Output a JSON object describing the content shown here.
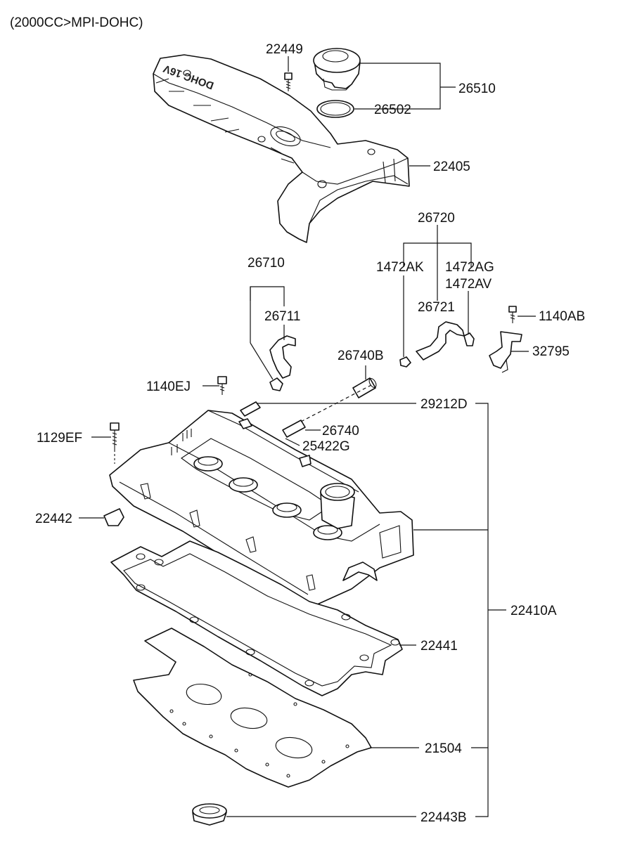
{
  "header": {
    "title": "(2000CC>MPI-DOHC)"
  },
  "engine_cover": {
    "embossed_text": "DOHC 16V"
  },
  "parts": [
    {
      "id": "p22449",
      "number": "22449"
    },
    {
      "id": "p26510",
      "number": "26510"
    },
    {
      "id": "p26502",
      "number": "26502"
    },
    {
      "id": "p22405",
      "number": "22405"
    },
    {
      "id": "p26720",
      "number": "26720"
    },
    {
      "id": "p1472AK",
      "number": "1472AK"
    },
    {
      "id": "p1472AG",
      "number": "1472AG"
    },
    {
      "id": "p1472AV",
      "number": "1472AV"
    },
    {
      "id": "p26721",
      "number": "26721"
    },
    {
      "id": "p26710",
      "number": "26710"
    },
    {
      "id": "p26711",
      "number": "26711"
    },
    {
      "id": "p1140AB",
      "number": "1140AB"
    },
    {
      "id": "p32795",
      "number": "32795"
    },
    {
      "id": "p26740B",
      "number": "26740B"
    },
    {
      "id": "p1140EJ",
      "number": "1140EJ"
    },
    {
      "id": "p29212D",
      "number": "29212D"
    },
    {
      "id": "p1129EF",
      "number": "1129EF"
    },
    {
      "id": "p26740",
      "number": "26740"
    },
    {
      "id": "p25422G",
      "number": "25422G"
    },
    {
      "id": "p22442",
      "number": "22442"
    },
    {
      "id": "p22410A",
      "number": "22410A"
    },
    {
      "id": "p22441",
      "number": "22441"
    },
    {
      "id": "p21504",
      "number": "21504"
    },
    {
      "id": "p22443B",
      "number": "22443B"
    }
  ]
}
